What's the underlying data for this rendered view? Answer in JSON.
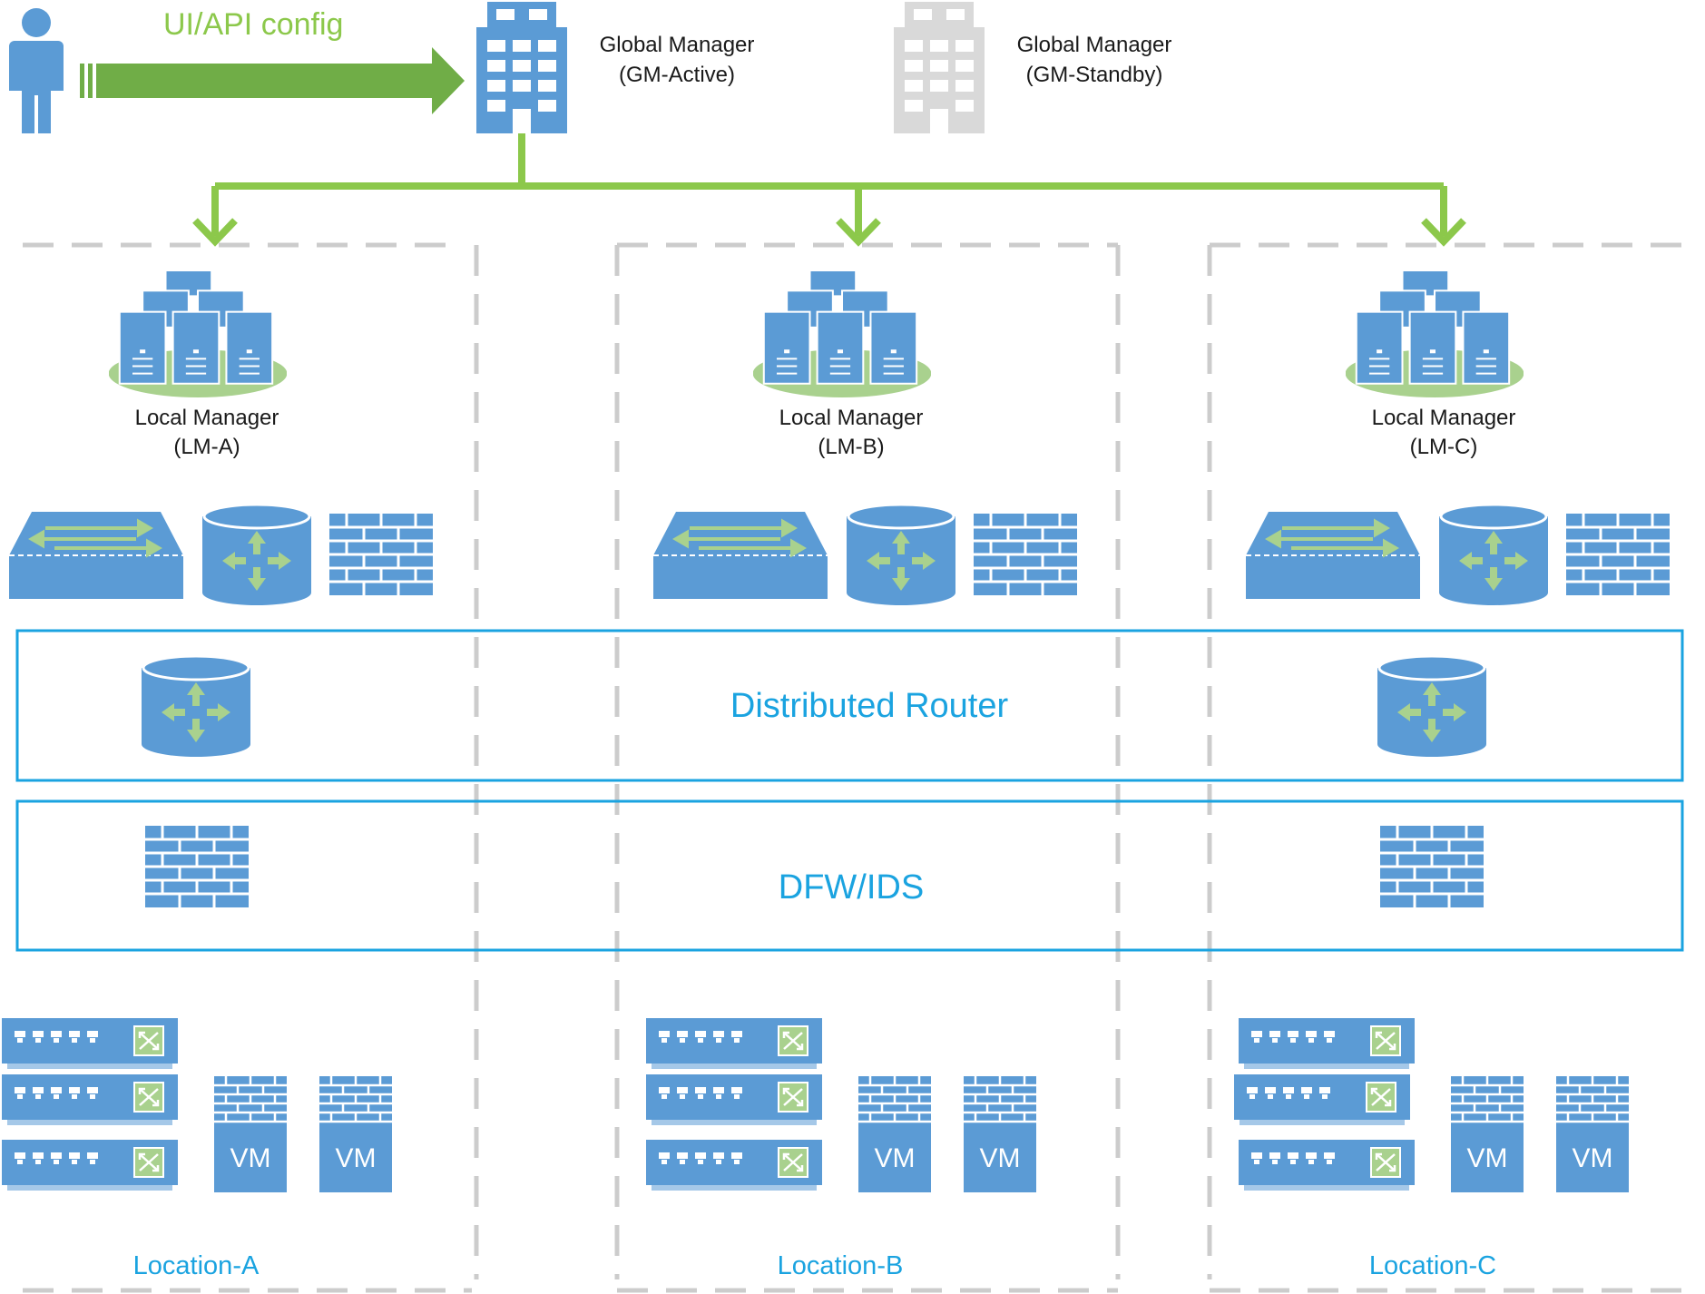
{
  "config_label": "UI/API config",
  "global_managers": {
    "active": {
      "line1": "Global Manager",
      "line2": "(GM-Active)"
    },
    "standby": {
      "line1": "Global Manager",
      "line2": "(GM-Standby)"
    }
  },
  "local_managers": [
    {
      "line1": "Local Manager",
      "line2": "(LM-A)"
    },
    {
      "line1": "Local Manager",
      "line2": "(LM-B)"
    },
    {
      "line1": "Local Manager",
      "line2": "(LM-C)"
    }
  ],
  "bands": {
    "router": "Distributed Router",
    "firewall": "DFW/IDS"
  },
  "vm_label": "VM",
  "locations": [
    "Location-A",
    "Location-B",
    "Location-C"
  ],
  "colors": {
    "icon_blue": "#5b9bd5",
    "accent_green": "#8cc84b",
    "band_border": "#1aa3e0",
    "standby_grey": "#d9d9d9",
    "dashed_grey": "#cccccc"
  },
  "icons": [
    "person-icon",
    "building-icon",
    "server-cluster-icon",
    "switch-icon",
    "router-icon",
    "firewall-icon",
    "rack-switch-icon",
    "vm-icon"
  ]
}
